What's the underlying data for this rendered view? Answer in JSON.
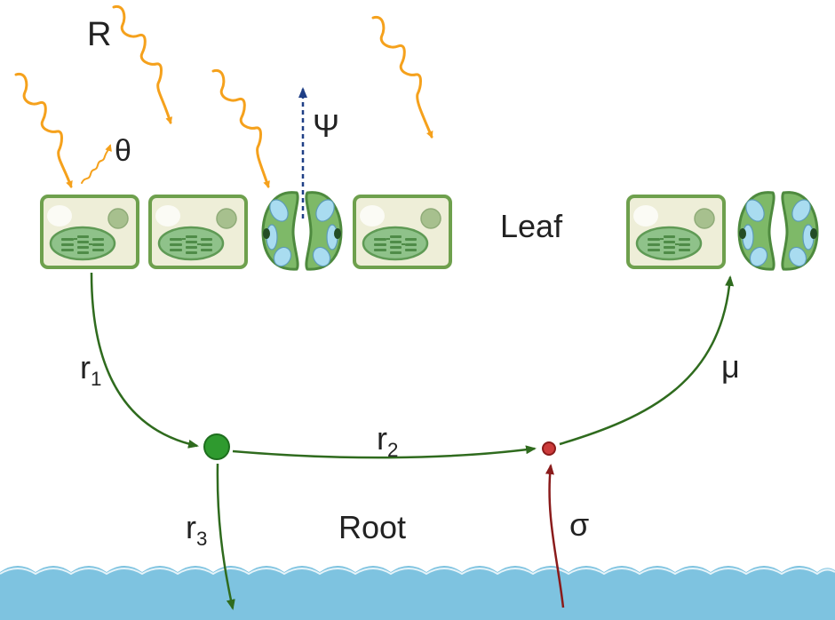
{
  "labels": {
    "R": "R",
    "theta": "θ",
    "psi": "Ψ",
    "leaf": "Leaf",
    "root": "Root",
    "r1_base": "r",
    "r1_sub": "1",
    "r2_base": "r",
    "r2_sub": "2",
    "r3_base": "r",
    "r3_sub": "3",
    "mu": "μ",
    "sigma": "σ"
  },
  "colors": {
    "light_ray": "#f5a11c",
    "flow_arrow": "#2f6b1e",
    "uptake_arrow": "#8a1b1b",
    "evaporation_arrow": "#1f3f86",
    "leaf_cell_fill": "#eeeed8",
    "leaf_cell_border": "#6ea04d",
    "chloroplast": "#5f9a55",
    "node_root": "#2f9a2f",
    "node_sink": "#cc3b3b",
    "water": "#7ec3e0"
  }
}
